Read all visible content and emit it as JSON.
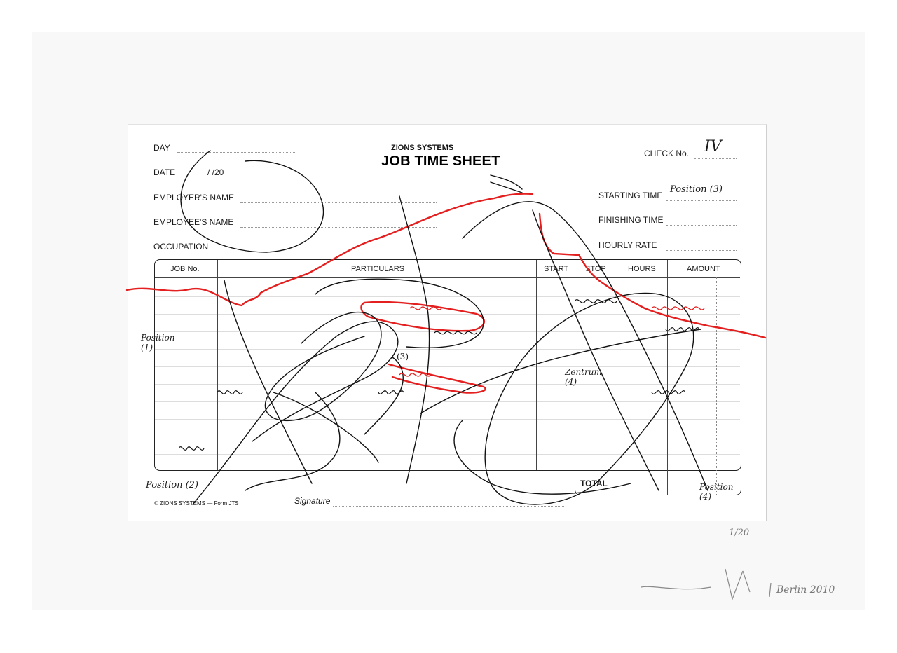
{
  "form": {
    "brand": "ZIONS SYSTEMS",
    "title": "JOB TIME SHEET",
    "check_label": "CHECK No.",
    "check_value": "IV",
    "fields_left": [
      "DAY",
      "DATE",
      "EMPLOYER'S NAME",
      "EMPLOYEE'S NAME",
      "OCCUPATION"
    ],
    "date_template": "/        /20",
    "fields_right": [
      "STARTING TIME",
      "FINISHING TIME",
      "HOURLY RATE"
    ],
    "table_headers": [
      "JOB No.",
      "PARTICULARS",
      "START",
      "STOP",
      "HOURS",
      "AMOUNT"
    ],
    "total_label": "TOTAL",
    "footer": "© ZIONS SYSTEMS — Form JTS",
    "signature_label": "Signature"
  },
  "annotations": {
    "starting_time_note": "Position (3)",
    "left_note": "Position (1)",
    "bottom_left_note": "Position (2)",
    "bottom_right_note": "Position (4)",
    "mid_note": "(3)",
    "center_note": "Zentrum (4)"
  },
  "edition": {
    "number": "1/20",
    "signature_city_year": "Berlin 2010"
  },
  "colors": {
    "ink_black": "#111111",
    "ink_red": "#e41f1f",
    "pencil": "#777777"
  }
}
